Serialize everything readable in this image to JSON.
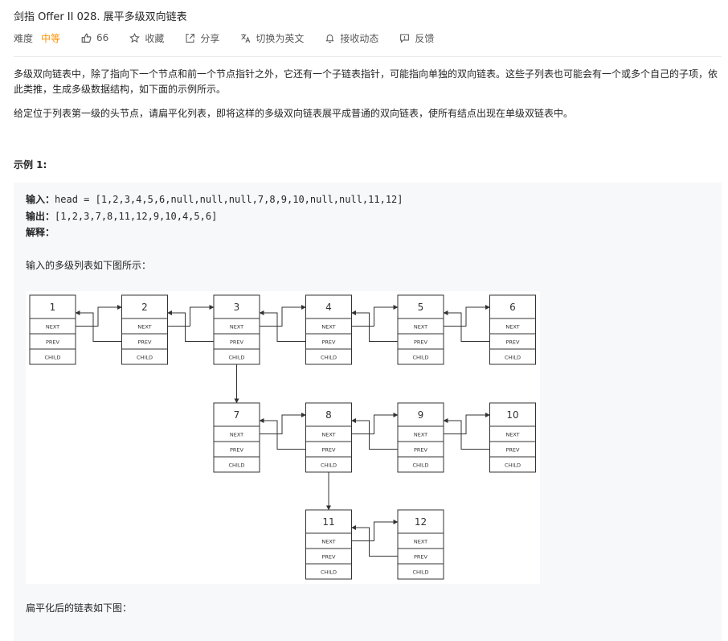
{
  "problem": {
    "title": "剑指 Offer II 028. 展平多级双向链表",
    "difficulty_label": "难度",
    "difficulty_value": "中等",
    "likes": "66",
    "favorite_label": "收藏",
    "share_label": "分享",
    "translate_label": "切换为英文",
    "subscribe_label": "接收动态",
    "feedback_label": "反馈",
    "description_1": "多级双向链表中，除了指向下一个节点和前一个节点指针之外，它还有一个子链表指针，可能指向单独的双向链表。这些子列表也可能会有一个或多个自己的子项，依此类推，生成多级数据结构，如下面的示例所示。",
    "description_2": "给定位于列表第一级的头节点，请扁平化列表，即将这样的多级双向链表展平成普通的双向链表，使所有结点出现在单级双链表中。"
  },
  "example": {
    "title": "示例 1:",
    "input_label": "输入：",
    "input_value": "head = [1,2,3,4,5,6,null,null,null,7,8,9,10,null,null,11,12]",
    "output_label": "输出：",
    "output_value": "[1,2,3,7,8,11,12,9,10,4,5,6]",
    "explain_label": "解释：",
    "note_1": "输入的多级列表如下图所示：",
    "note_2": "扁平化后的链表如下图："
  },
  "diagram": {
    "field_labels": [
      "NEXT",
      "PREV",
      "CHILD"
    ],
    "levels": [
      [
        "1",
        "2",
        "3",
        "4",
        "5",
        "6"
      ],
      [
        "7",
        "8",
        "9",
        "10"
      ],
      [
        "11",
        "12"
      ]
    ]
  }
}
